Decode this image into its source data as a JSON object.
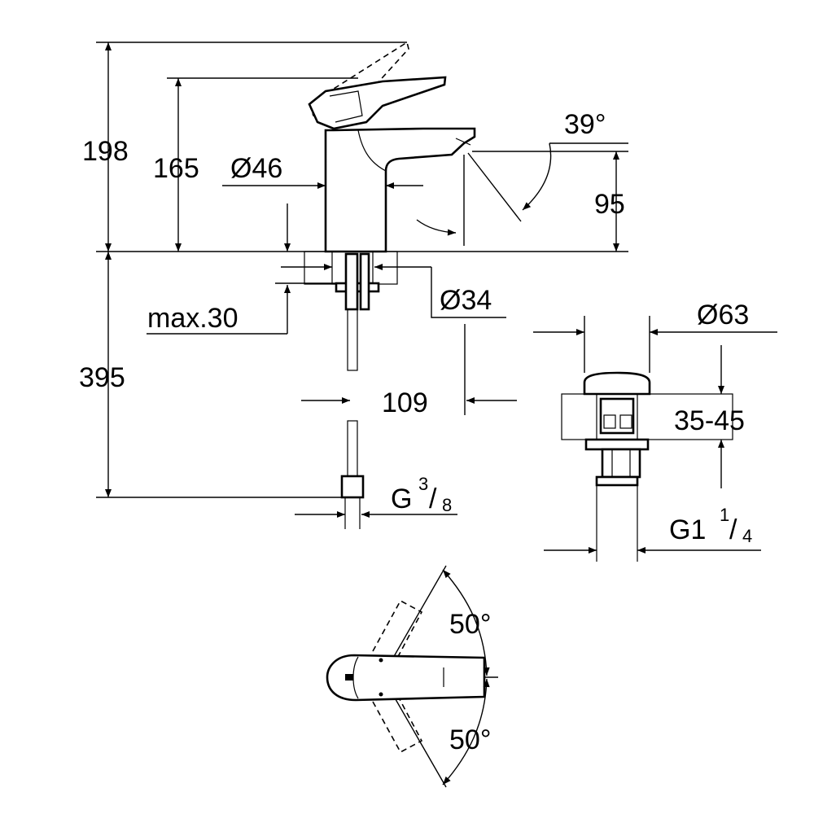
{
  "dimensions": {
    "height_total": "198",
    "height_spout": "165",
    "body_diameter": "Ø46",
    "spout_angle": "39°",
    "spout_height": "95",
    "max_thickness": "max.30",
    "hole_diameter": "Ø34",
    "hose_length": "395",
    "projection": "109",
    "connection_main": "G",
    "connection_num": "3",
    "connection_den": "8",
    "waste_diameter": "Ø63",
    "waste_range": "35-45",
    "waste_thread_main": "G1",
    "waste_thread_num": "1",
    "waste_thread_den": "4",
    "swivel_left": "50°",
    "swivel_right": "50°"
  },
  "colors": {
    "line": "#000000",
    "background": "#ffffff"
  }
}
